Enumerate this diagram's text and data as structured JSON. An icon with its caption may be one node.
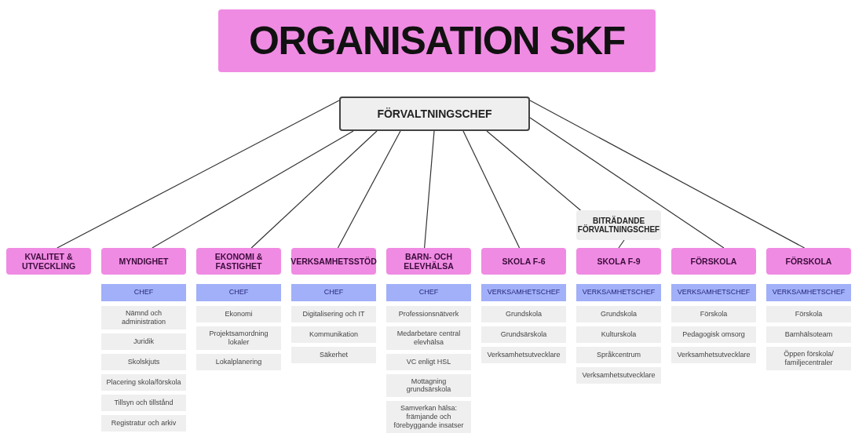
{
  "diagram": {
    "title": "ORGANISATION SKF",
    "nodes": [
      {
        "text": [
          "FÖRVALTNINGSCHEF"
        ]
      },
      {
        "text": [
          "BITRÄDANDE FÖRVALTNINGSCHEF"
        ]
      },
      {
        "text": [
          "KVALITET & UTVECKLING"
        ]
      },
      {
        "text": [
          "MYNDIGHET"
        ]
      },
      {
        "text": [
          "CHEF"
        ]
      },
      {
        "text": [
          "Nämnd och administration"
        ]
      },
      {
        "text": [
          "Juridik"
        ]
      },
      {
        "text": [
          "Skolskjuts"
        ]
      },
      {
        "text": [
          "Placering skola/förskola"
        ]
      },
      {
        "text": [
          "Tillsyn och tillstånd"
        ]
      },
      {
        "text": [
          "Registratur och arkiv"
        ]
      },
      {
        "text": [
          "EKONOMI & FASTIGHET"
        ]
      },
      {
        "text": [
          "CHEF"
        ]
      },
      {
        "text": [
          "Ekonomi"
        ]
      },
      {
        "text": [
          "Projektsamordning lokaler"
        ]
      },
      {
        "text": [
          "Lokalplanering"
        ]
      },
      {
        "text": [
          "VERKSAMHETSSTÖD"
        ]
      },
      {
        "text": [
          "CHEF"
        ]
      },
      {
        "text": [
          "Digitalisering och IT"
        ]
      },
      {
        "text": [
          "Kommunikation"
        ]
      },
      {
        "text": [
          "Säkerhet"
        ]
      },
      {
        "text": [
          "BARN- OCH ELEVHÄLSA"
        ]
      },
      {
        "text": [
          "CHEF"
        ]
      },
      {
        "text": [
          "Professionsnätverk"
        ]
      },
      {
        "text": [
          "Medarbetare central elevhälsa"
        ]
      },
      {
        "text": [
          "VC enligt HSL"
        ]
      },
      {
        "text": [
          "Mottagning grundsärskola"
        ]
      },
      {
        "text": [
          "Samverkan hälsa: främjande och förebyggande insatser"
        ]
      },
      {
        "text": [
          "SKOLA F-6"
        ]
      },
      {
        "text": [
          "VERKSAMHETSCHEF"
        ]
      },
      {
        "text": [
          "Grundskola"
        ]
      },
      {
        "text": [
          "Grundsärskola"
        ]
      },
      {
        "text": [
          "Verksamhetsutvecklare"
        ]
      },
      {
        "text": [
          "SKOLA F-9"
        ]
      },
      {
        "text": [
          "VERKSAMHETSCHEF"
        ]
      },
      {
        "text": [
          "Grundskola"
        ]
      },
      {
        "text": [
          "Kulturskola"
        ]
      },
      {
        "text": [
          "Språkcentrum"
        ]
      },
      {
        "text": [
          "Verksamhetsutvecklare"
        ]
      },
      {
        "text": [
          "FÖRSKOLA"
        ]
      },
      {
        "text": [
          "VERKSAMHETSCHEF"
        ]
      },
      {
        "text": [
          "Förskola"
        ]
      },
      {
        "text": [
          "Pedagogisk omsorg"
        ]
      },
      {
        "text": [
          "Verksamhetsutvecklare"
        ]
      },
      {
        "text": [
          "FÖRSKOLA"
        ]
      },
      {
        "text": [
          "VERKSAMHETSCHEF"
        ]
      },
      {
        "text": [
          "Förskola"
        ]
      },
      {
        "text": [
          "Barnhälsoteam"
        ]
      },
      {
        "text": [
          "Öppen förskola/ familjecentraler"
        ]
      }
    ],
    "edges": [
      {
        "from": 0,
        "to": 2,
        "arrow": "none"
      },
      {
        "from": 0,
        "to": 3,
        "arrow": "none"
      },
      {
        "from": 0,
        "to": 11,
        "arrow": "none"
      },
      {
        "from": 0,
        "to": 16,
        "arrow": "none"
      },
      {
        "from": 0,
        "to": 21,
        "arrow": "none"
      },
      {
        "from": 0,
        "to": 28,
        "arrow": "none"
      },
      {
        "from": 0,
        "to": 1,
        "arrow": "none"
      },
      {
        "from": 1,
        "to": 33,
        "arrow": "none"
      },
      {
        "from": 0,
        "to": 39,
        "arrow": "none"
      },
      {
        "from": 0,
        "to": 44,
        "arrow": "none"
      }
    ]
  }
}
